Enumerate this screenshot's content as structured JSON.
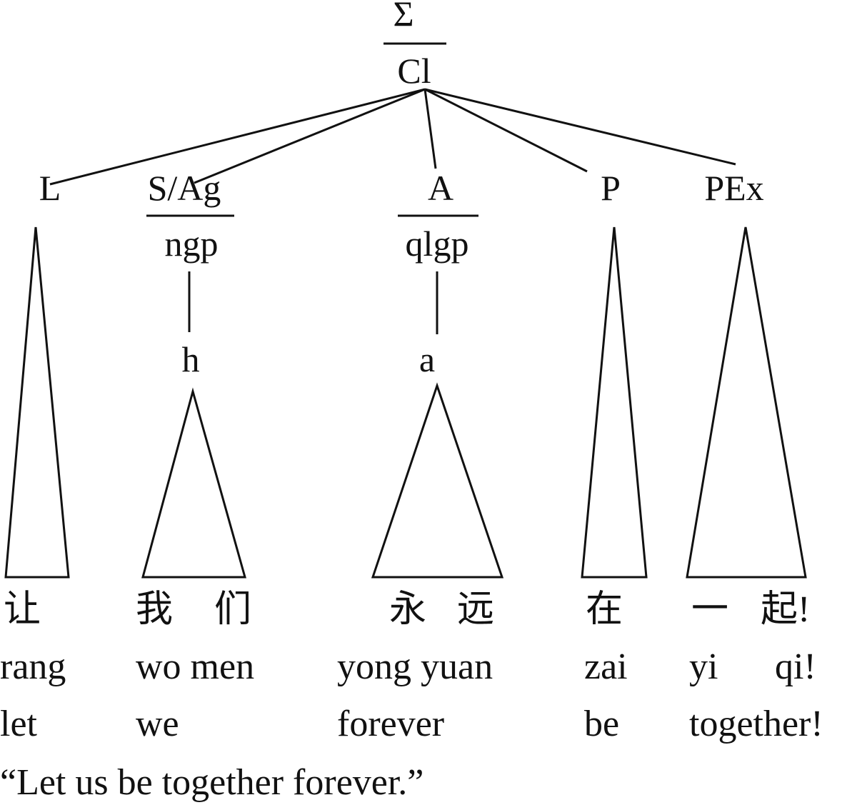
{
  "root": {
    "top": "Σ",
    "bottom": "Cl"
  },
  "functions": [
    {
      "label": "L"
    },
    {
      "label": "S/Ag",
      "class": "ngp",
      "head": "h"
    },
    {
      "label": "A",
      "class": "qlgp",
      "head": "a"
    },
    {
      "label": "P"
    },
    {
      "label": "PEx"
    }
  ],
  "chinese": [
    "让",
    "我",
    "们",
    "永",
    "远",
    "在",
    "一",
    "起!"
  ],
  "pinyin": [
    "rang",
    "wo men",
    "yong yuan",
    "zai",
    "yi",
    "qi!"
  ],
  "gloss": [
    "let",
    "we",
    "forever",
    "be",
    "together!"
  ],
  "translation": "“Let us be together forever.”"
}
